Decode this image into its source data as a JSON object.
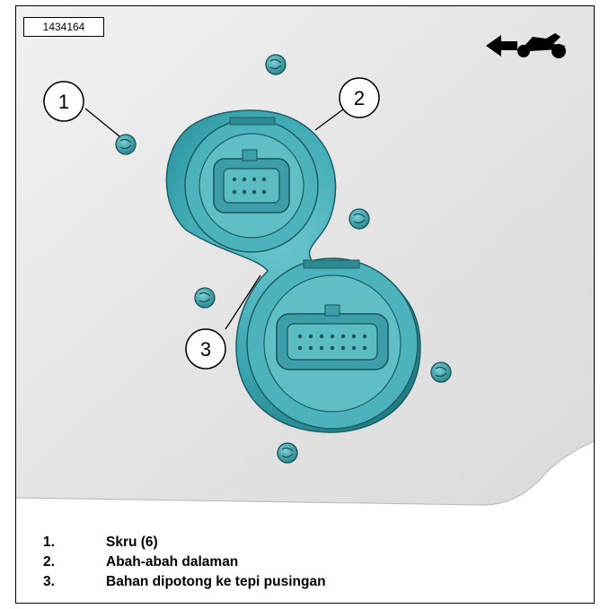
{
  "figure": {
    "id": "1434164",
    "direction_icon": "arrow-left-motorcycle-icon",
    "callouts": [
      "1",
      "2",
      "3"
    ]
  },
  "legend": [
    {
      "num": "1.",
      "text": "Skru (6)"
    },
    {
      "num": "2.",
      "text": "Abah-abah dalaman"
    },
    {
      "num": "3.",
      "text": "Bahan dipotong ke tepi pusingan"
    }
  ],
  "colors": {
    "part_teal": "#3aa6b0",
    "part_teal_dark": "#1f6f78",
    "panel_gray": "#e6e6e6"
  }
}
